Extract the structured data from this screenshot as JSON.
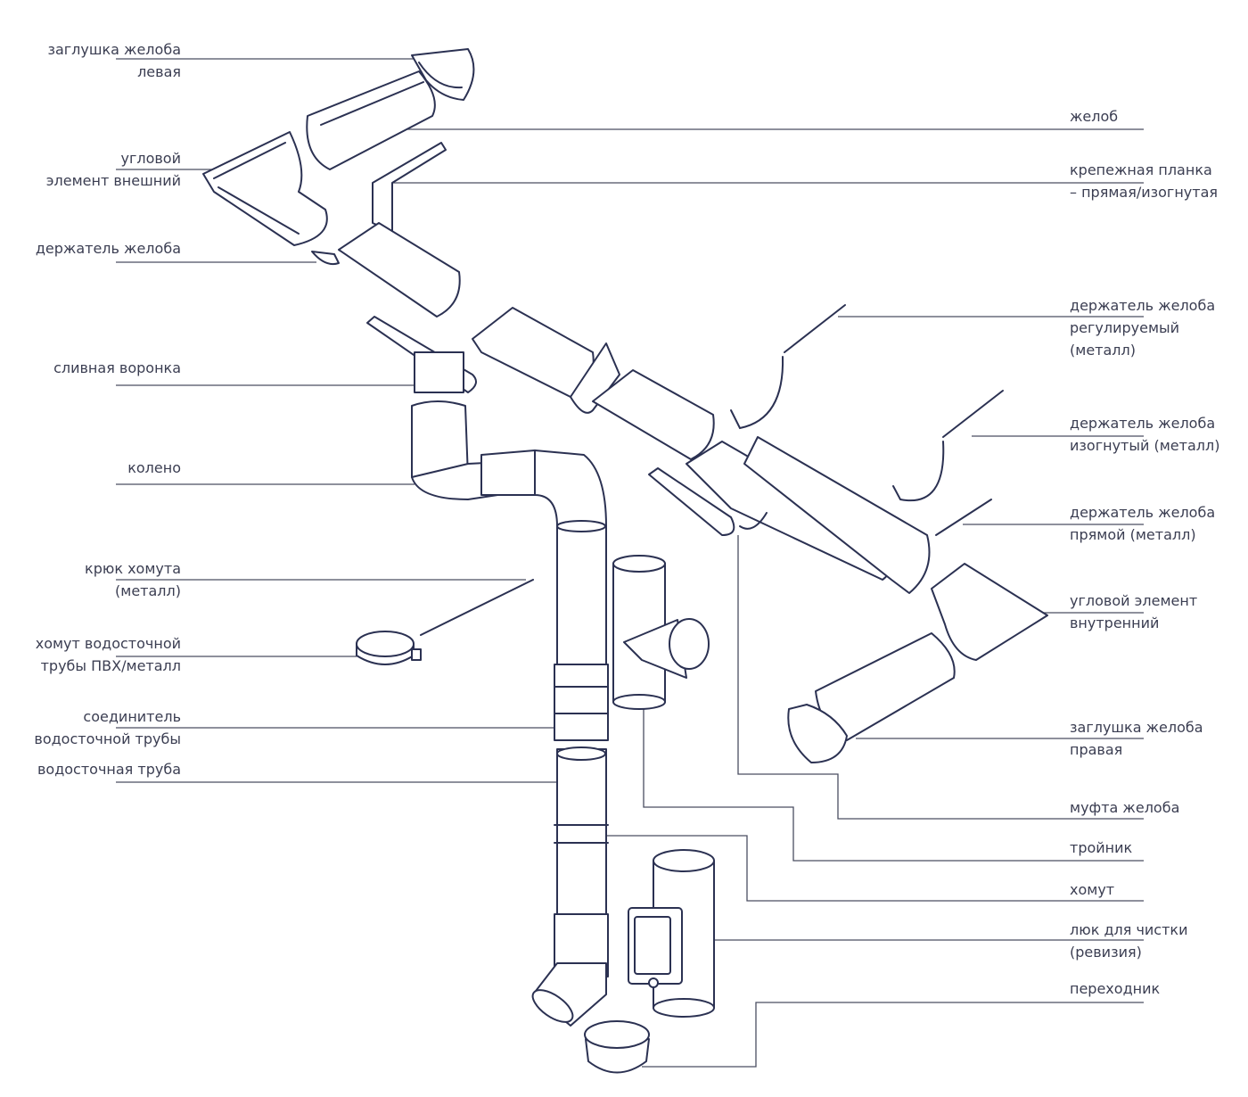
{
  "labels_left": [
    {
      "id": "end-cap-left",
      "lines": [
        "заглушка желоба",
        "левая"
      ]
    },
    {
      "id": "outer-corner",
      "lines": [
        "угловой",
        "элемент внешний"
      ]
    },
    {
      "id": "gutter-holder",
      "lines": [
        "держатель желоба"
      ]
    },
    {
      "id": "funnel",
      "lines": [
        "сливная воронка"
      ]
    },
    {
      "id": "elbow",
      "lines": [
        "колено"
      ]
    },
    {
      "id": "clamp-hook",
      "lines": [
        "крюк хомута",
        "(металл)"
      ]
    },
    {
      "id": "pipe-clamp",
      "lines": [
        "хомут водосточной",
        "трубы ПВХ/металл"
      ]
    },
    {
      "id": "pipe-connector",
      "lines": [
        "соединитель",
        "водосточной трубы"
      ]
    },
    {
      "id": "downpipe",
      "lines": [
        "водосточная труба"
      ]
    }
  ],
  "labels_right": [
    {
      "id": "gutter",
      "lines": [
        "желоб"
      ]
    },
    {
      "id": "mounting-strip",
      "lines": [
        "крепежная планка",
        "– прямая/изогнутая"
      ]
    },
    {
      "id": "holder-adjustable",
      "lines": [
        "держатель желоба",
        "регулируемый",
        "(металл)"
      ]
    },
    {
      "id": "holder-bent",
      "lines": [
        "держатель желоба",
        "изогнутый (металл)"
      ]
    },
    {
      "id": "holder-straight",
      "lines": [
        "держатель желоба",
        "прямой (металл)"
      ]
    },
    {
      "id": "inner-corner",
      "lines": [
        "угловой элемент",
        "внутренний"
      ]
    },
    {
      "id": "end-cap-right",
      "lines": [
        "заглушка желоба",
        "правая"
      ]
    },
    {
      "id": "gutter-coupling",
      "lines": [
        "муфта желоба"
      ]
    },
    {
      "id": "tee",
      "lines": [
        "тройник"
      ]
    },
    {
      "id": "clamp",
      "lines": [
        "хомут"
      ]
    },
    {
      "id": "cleanout",
      "lines": [
        "люк для чистки",
        "(ревизия)"
      ]
    },
    {
      "id": "adapter",
      "lines": [
        "переходник"
      ]
    }
  ],
  "colors": {
    "line": "#2b3152",
    "text": "#3b3e52"
  }
}
